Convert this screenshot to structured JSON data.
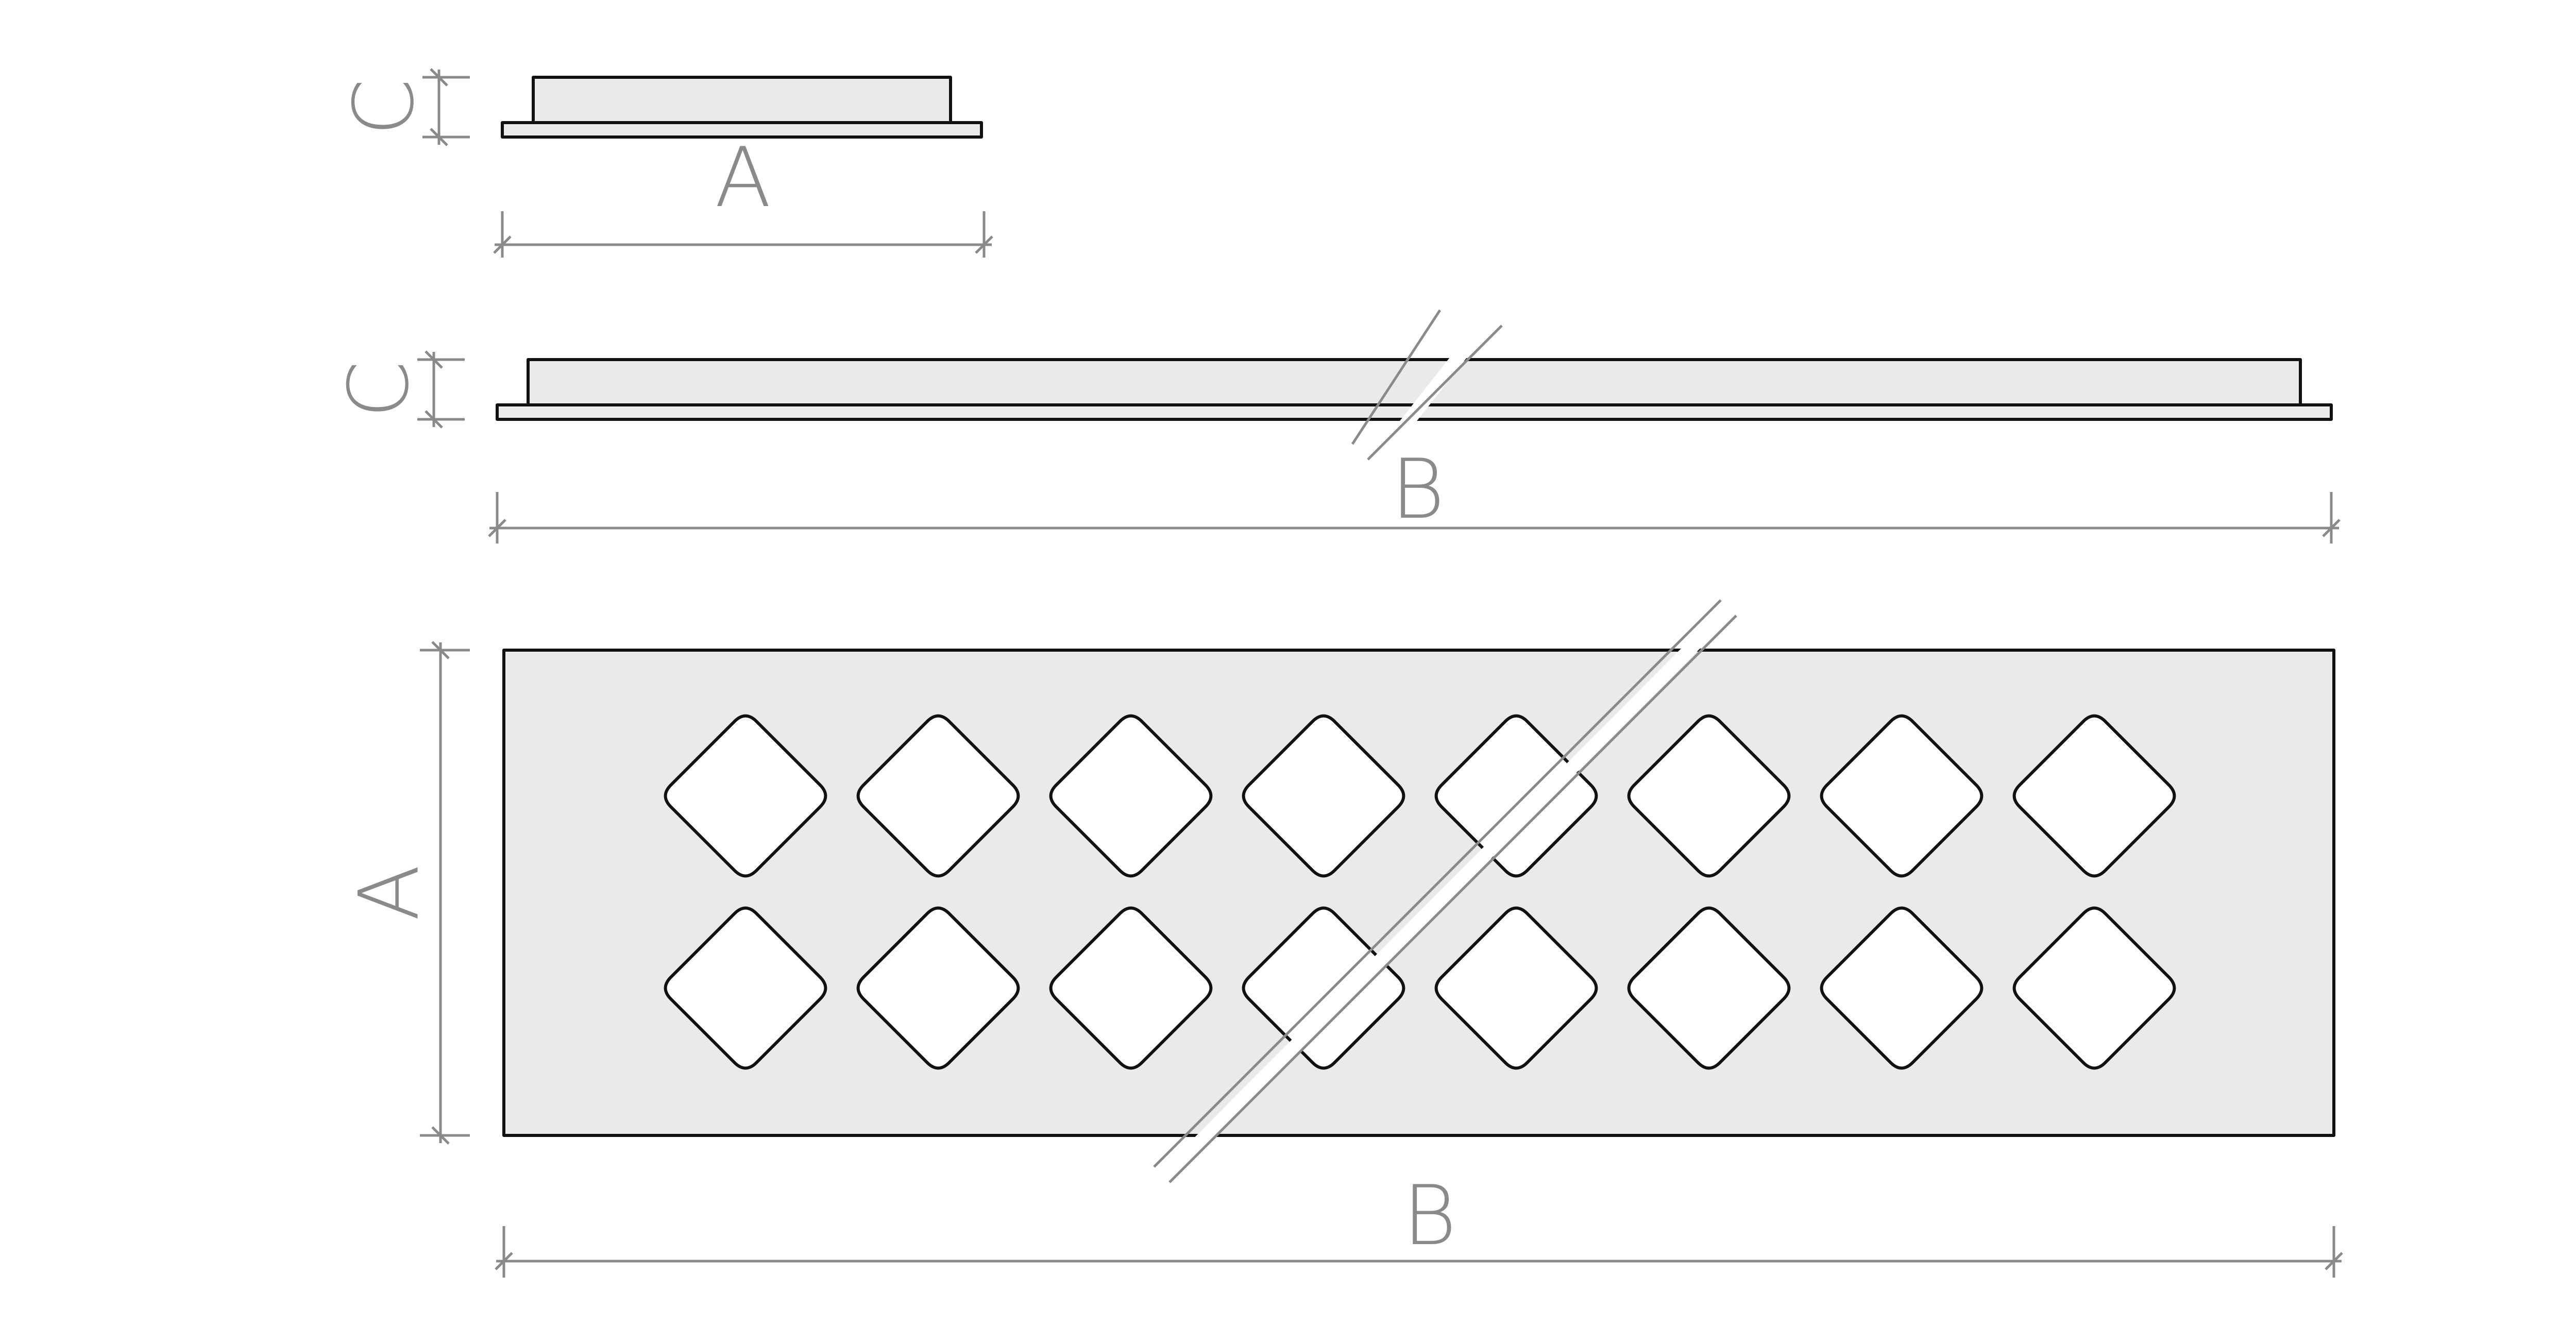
{
  "drawing": {
    "colors": {
      "panel_fill": "#eaeaea",
      "outline": "#111111",
      "dimension": "#8a8a8a",
      "background": "#ffffff"
    },
    "views": {
      "end_view": {
        "height_label": "C",
        "width_label": "A"
      },
      "side_view": {
        "height_label": "C",
        "length_label": "B"
      },
      "top_view": {
        "width_label": "A",
        "length_label": "B",
        "cutout_rows": 2,
        "cutout_columns": 8,
        "cutout_shape": "rounded-diamond"
      }
    }
  }
}
